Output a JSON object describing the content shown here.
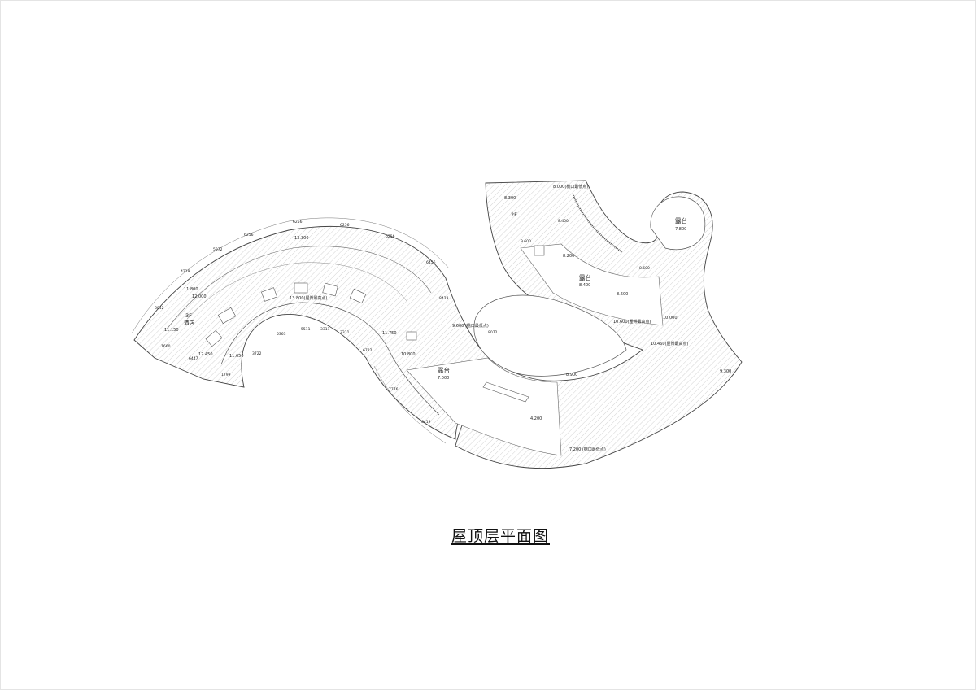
{
  "drawing_title": "屋顶层平面图",
  "labels": {
    "floor_3f": "3F",
    "hotel": "酒店",
    "floor_2f": "2F",
    "terrace_a": "露台",
    "terrace_b": "露台",
    "terrace_c": "露台",
    "terrace_d_level": "7.800",
    "terrace_b_level": "8.400",
    "terrace_c_level": "7.000"
  },
  "levels": {
    "l_13300": "13.300",
    "l_13800": "13.800(屋脊最高点)",
    "l_11800": "11.800",
    "l_12000": "12.000",
    "l_11150": "11.150",
    "l_12450": "12.450",
    "l_11650": "11.650",
    "l_9600": "9.600 (檐口最低点)",
    "l_10800": "10.800",
    "l_11750": "11.750",
    "l_8300": "8.300",
    "l_8000": "8.000(檐口最低点)",
    "l_8200": "8.200",
    "l_8600": "8.600",
    "l_10600": "10.600(屋脊最高点)",
    "l_10000": "10.000",
    "l_10460": "10.460(屋脊最高点)",
    "l_8900": "8.900",
    "l_9300": "9.300",
    "l_4200": "4.200",
    "l_7200": "7.200 (檐口最低点)",
    "l_8400s": "8.400",
    "l_9600s": "9.600",
    "l_8600s": "8.600"
  },
  "dimensions": [
    "6256",
    "6256",
    "6256",
    "6256",
    "6456",
    "5972",
    "4219",
    "6042",
    "1660",
    "6447",
    "1799",
    "3722",
    "5363",
    "5511",
    "3311",
    "3311",
    "6722",
    "7776",
    "6419",
    "8423",
    "8072"
  ]
}
